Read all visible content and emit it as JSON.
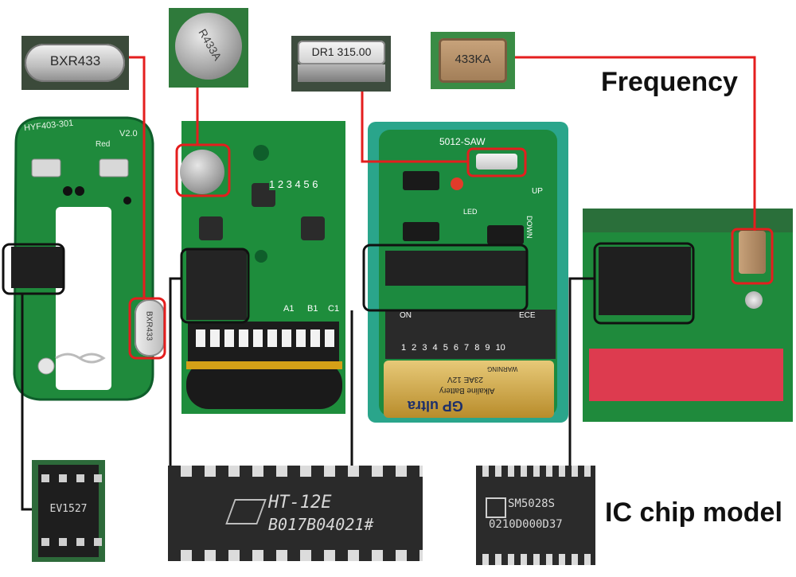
{
  "labels": {
    "frequency": "Frequency",
    "ic_chip_model": "IC chip model"
  },
  "crystals": {
    "c1": "BXR433",
    "c2": "R433A",
    "c3": "DR1 315.00",
    "c4": "433KA"
  },
  "chips": {
    "ev": "EV1527",
    "ht_line1": "HT-12E",
    "ht_line2": "B017B04021#",
    "sm_line1": "SM5028S",
    "sm_line2": "0210D000D37"
  },
  "board_text": {
    "b1_model": "HYF403-301",
    "b1_version": "V2.0",
    "b1_red": "Red",
    "b2_numbers": "1 2 3 4 5 6",
    "b2_a1": "A1",
    "b2_b1": "B1",
    "b2_c1": "C1",
    "b3_model": "5012-SAW",
    "b3_up": "UP",
    "b3_down": "DOWN",
    "b3_led": "LED",
    "b3_on": "ON",
    "b3_dip_numbers": "1 2 3 4 5 6 7 8 9 10",
    "b3_ece": "ECE",
    "battery_brand": "GP ultra",
    "battery_model": "23AE 12V",
    "battery_type": "Alkaline Battery",
    "battery_warning": "WARNING"
  },
  "colors": {
    "highlight_red": "#e41e1e",
    "outline_black": "#111111",
    "pcb_green": "#1f8a3c",
    "pcb_dark": "#0f5e2b"
  }
}
